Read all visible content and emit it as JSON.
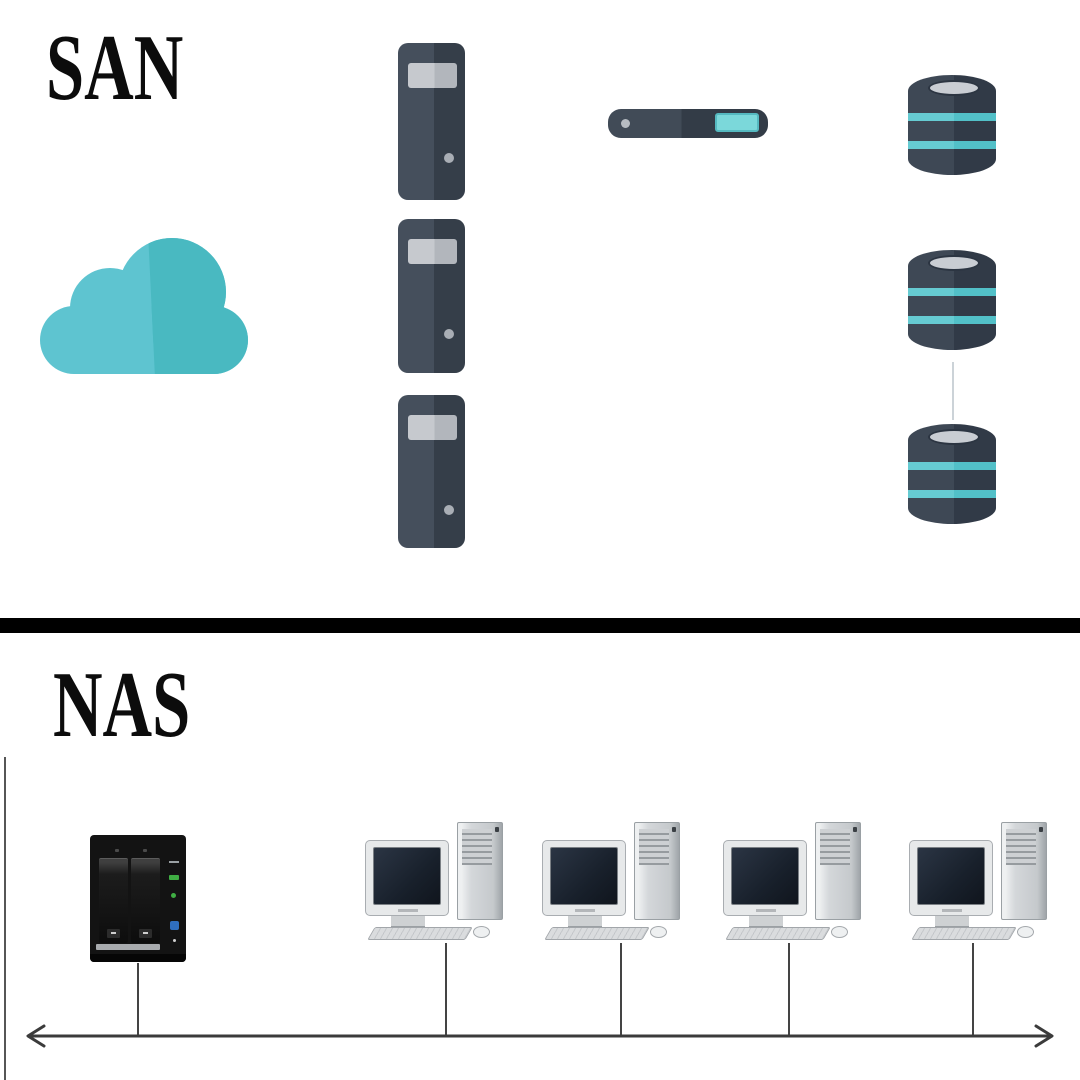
{
  "page": {
    "background": "#ffffff",
    "divider_color": "#000000"
  },
  "san": {
    "title": "SAN",
    "icons": {
      "cloud": "cloud-icon",
      "servers": [
        "server-tower-icon",
        "server-tower-icon",
        "server-tower-icon"
      ],
      "switch": "network-switch-icon",
      "storage": [
        "disk-array-icon",
        "disk-array-icon",
        "disk-array-icon"
      ]
    },
    "colors": {
      "cloud_left": "#5ec4d0",
      "cloud_right": "#49b9c1",
      "device_left": "#454f5c",
      "device_right": "#353e49",
      "panel_light": "#c6c9ce",
      "stripe_teal": "#5dc7ce",
      "display_teal": "#7bd8da"
    }
  },
  "nas": {
    "title": "NAS",
    "icons": {
      "nas_device": "nas-enclosure-icon",
      "workstations": [
        "desktop-pc-icon",
        "desktop-pc-icon",
        "desktop-pc-icon",
        "desktop-pc-icon"
      ],
      "bus": "double-arrow-line"
    },
    "colors": {
      "line": "#3b3b3b",
      "nas_body": "#131313",
      "pc_case": "#d9dbdd",
      "pc_screen": "#1f2835",
      "led_green": "#3fae43",
      "power_blue": "#2f6fc0"
    }
  }
}
